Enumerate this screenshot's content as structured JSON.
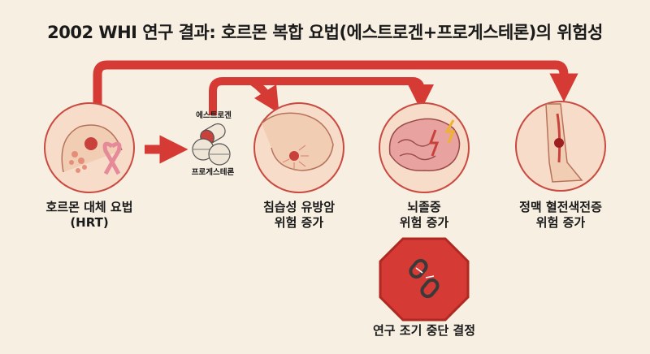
{
  "title": "2002 WHI 연구 결과: 호르몬 복합 요법(에스트로겐+프로게스테론)의 위험성",
  "nodes": {
    "hrt": {
      "line1": "호르몬 대체 요법",
      "line2": "(HRT)"
    },
    "breast_cancer": {
      "line1": "침습성 유방암",
      "line2": "위험 증가"
    },
    "stroke": {
      "line1": "뇌졸중",
      "line2": "위험 증가"
    },
    "vte": {
      "line1": "정맥 혈전색전증",
      "line2": "위험 증가"
    },
    "stop": {
      "label": "연구 조기 중단 결정"
    }
  },
  "pills": {
    "estrogen_label": "에스트로겐",
    "progesterone_label": "프로게스테론"
  },
  "colors": {
    "accent_red": "#d63a34",
    "circle_fill": "#f7dcc9",
    "background": "#f7efe2"
  }
}
